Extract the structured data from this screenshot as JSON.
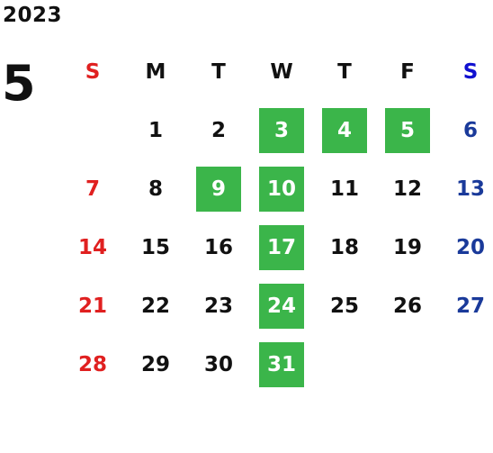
{
  "year": "2023",
  "month": "5",
  "weekdays": [
    "S",
    "M",
    "T",
    "W",
    "T",
    "F",
    "S"
  ],
  "colors": {
    "sunday": "#e02020",
    "saturday": "#1a3a9a",
    "saturday_header": "#1010d0",
    "highlight": "#3bb54a",
    "text": "#111111"
  },
  "days": [
    {
      "day": "",
      "highlight": false
    },
    {
      "day": "1",
      "highlight": false
    },
    {
      "day": "2",
      "highlight": false
    },
    {
      "day": "3",
      "highlight": true
    },
    {
      "day": "4",
      "highlight": true
    },
    {
      "day": "5",
      "highlight": true
    },
    {
      "day": "6",
      "highlight": false
    },
    {
      "day": "7",
      "highlight": false
    },
    {
      "day": "8",
      "highlight": false
    },
    {
      "day": "9",
      "highlight": true
    },
    {
      "day": "10",
      "highlight": true
    },
    {
      "day": "11",
      "highlight": false
    },
    {
      "day": "12",
      "highlight": false
    },
    {
      "day": "13",
      "highlight": false
    },
    {
      "day": "14",
      "highlight": false
    },
    {
      "day": "15",
      "highlight": false
    },
    {
      "day": "16",
      "highlight": false
    },
    {
      "day": "17",
      "highlight": true
    },
    {
      "day": "18",
      "highlight": false
    },
    {
      "day": "19",
      "highlight": false
    },
    {
      "day": "20",
      "highlight": false
    },
    {
      "day": "21",
      "highlight": false
    },
    {
      "day": "22",
      "highlight": false
    },
    {
      "day": "23",
      "highlight": false
    },
    {
      "day": "24",
      "highlight": true
    },
    {
      "day": "25",
      "highlight": false
    },
    {
      "day": "26",
      "highlight": false
    },
    {
      "day": "27",
      "highlight": false
    },
    {
      "day": "28",
      "highlight": false
    },
    {
      "day": "29",
      "highlight": false
    },
    {
      "day": "30",
      "highlight": false
    },
    {
      "day": "31",
      "highlight": true
    },
    {
      "day": "",
      "highlight": false
    },
    {
      "day": "",
      "highlight": false
    },
    {
      "day": "",
      "highlight": false
    }
  ]
}
